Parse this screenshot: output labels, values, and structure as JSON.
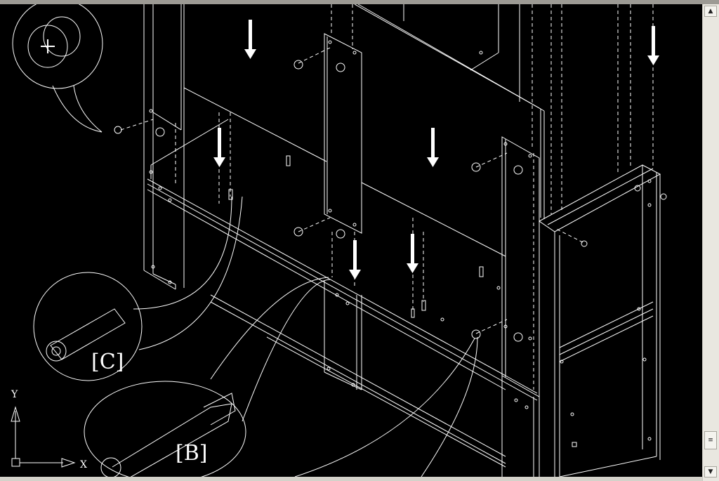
{
  "drawing": {
    "callout_labels": {
      "b": "[B]",
      "c": "[C]"
    },
    "ucs": {
      "x_label": "X",
      "y_label": "Y"
    }
  },
  "scrollbar": {
    "up_glyph": "▲",
    "down_glyph": "▼",
    "mid_glyph": "≡"
  },
  "colors": {
    "background": "#000000",
    "lines": "#ffffff",
    "scrollbar": "#e9e7e0"
  }
}
